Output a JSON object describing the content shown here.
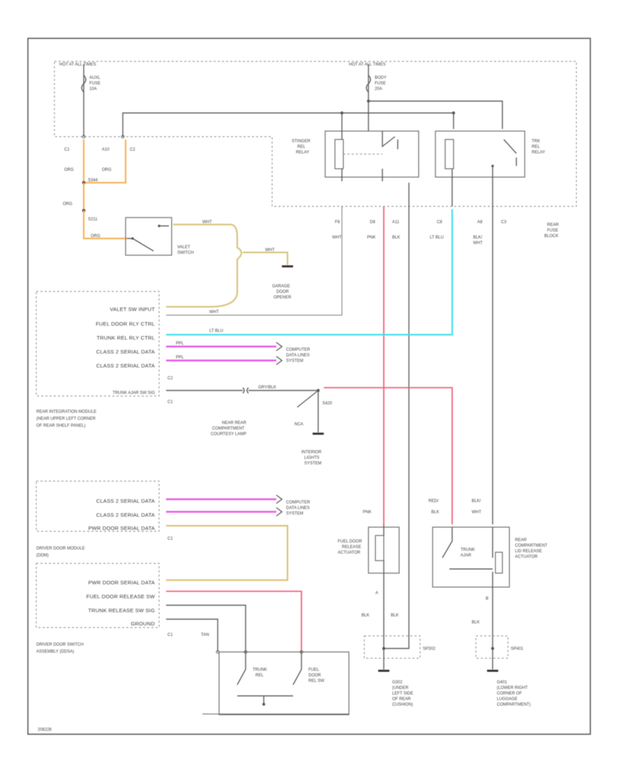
{
  "labels": {
    "hot_all_times_left": "HOT AT ALL TIMES",
    "hot_all_times_right": "HOT AT ALL TIMES",
    "auxl_fuse_1": "AUXL",
    "auxl_fuse_2": "FUSE",
    "auxl_fuse_3": "10A",
    "body_fuse_1": "BODY",
    "body_fuse_2": "FUSE",
    "body_fuse_3": "20A",
    "c1_top": "C1",
    "a10_top": "A10",
    "c2_top": "C2",
    "org_1": "ORG",
    "org_2": "ORG",
    "s344": "S344",
    "org_3": "ORG",
    "s211": "S211",
    "org_4": "ORG",
    "valet_switch_1": "VALET",
    "valet_switch_2": "SWITCH",
    "wht_1": "WHT",
    "wht_2": "WHT",
    "garage_1": "GARAGE",
    "garage_2": "DOOR",
    "garage_3": "OPENER",
    "stinger_relay_1": "STINGER",
    "stinger_relay_2": "REL",
    "stinger_relay_3": "RELAY",
    "trk_relay_1": "TRK",
    "trk_relay_2": "REL",
    "trk_relay_3": "RELAY",
    "pin_f8": "F8",
    "pin_d8": "D8",
    "pin_a11": "A11",
    "pin_c8": "C8",
    "pin_a8": "A8",
    "pin_c3": "C3",
    "col_wht": "WHT",
    "col_pnk": "PNK",
    "col_blk": "BLK",
    "col_ltblu": "LT BLU",
    "col_blk_wht_1": "BLK/",
    "col_blk_wht_2": "WHT",
    "rear_fuse_1": "REAR",
    "rear_fuse_2": "FUSE",
    "rear_fuse_3": "BLOCK",
    "rim_valet": "VALET SW INPUT",
    "rim_fuel": "FUEL DOOR RLY CTRL",
    "rim_trunk": "TRUNK REL RLY CTRL",
    "rim_class2a": "CLASS 2 SERIAL DATA",
    "rim_class2b": "CLASS 2 SERIAL DATA",
    "rim_c2": "C2",
    "rim_trunk_ajar": "TRUNK AJAR SW SIG",
    "rim_c1": "C1",
    "rim_name_1": "REAR INTEGRATION MODULE",
    "rim_name_2": "(NEAR UPPER LEFT CORNER",
    "rim_name_3": "OF REAR SHELF PANEL)",
    "ppl_wht_1": "PPL",
    "ppl_wht_2": "PPL",
    "computer_1a": "COMPUTER",
    "computer_1b": "DATA LINES",
    "computer_1c": "SYSTEM",
    "ltblu_wire": "LT BLU",
    "wht_wire": "WHT",
    "gray_blk": "GRY/BLK",
    "near_rear_1": "NEAR REAR",
    "near_rear_2": "COMPARTMENT",
    "near_rear_3": "COURTESY LAMP",
    "wire_s420": "S420",
    "wire_nca": "NCA",
    "interior_1": "INTERIOR",
    "interior_2": "LIGHTS",
    "interior_3": "SYSTEM",
    "ddm_class2a": "CLASS 2 SERIAL DATA",
    "ddm_class2b": "CLASS 2 SERIAL DATA",
    "ddm_pwr": "PWR DOOR SERIAL DATA",
    "ddm_c1": "C1",
    "computer_2a": "COMPUTER",
    "computer_2b": "DATA LINES",
    "computer_2c": "SYSTEM",
    "ddm_name_1": "DRIVER DOOR MODULE",
    "ddm_name_2": "(DDM)",
    "ddsa_pwr": "PWR DOOR SERIAL DATA",
    "ddsa_fuel": "FUEL DOOR RELEASE SW",
    "ddsa_trunk": "TRUNK RELEASE SW SIG",
    "ddsa_gnd": "GROUND",
    "ddsa_c1": "C1",
    "ddsa_name_1": "DRIVER DOOR SWITCH",
    "ddsa_name_2": "ASSEMBLY (DDSA)",
    "tan_wht": "TAN",
    "trunk_rel_1": "TRUNK",
    "trunk_rel_2": "REL",
    "fuel_door_1": "FUEL",
    "fuel_door_2": "DOOR",
    "fuel_door_3": "REL SW",
    "pnk_2": "PNK",
    "red_blk_1": "RED/",
    "red_blk_2": "BLK",
    "blk_wht_1": "BLK/",
    "blk_wht_2": "WHT",
    "fdra_1": "FUEL DOOR",
    "fdra_2": "RELEASE",
    "fdra_3": "ACTUATOR",
    "trunk_ajar_1": "TRUNK",
    "trunk_ajar_2": "AJAR",
    "rclra_1": "REAR",
    "rclra_2": "COMPARTMENT",
    "rclra_3": "LID RELEASE",
    "rclra_4": "ACTUATOR",
    "pin_a": "A",
    "pin_b": "B",
    "blk_a": "BLK",
    "blk_b": "BLK",
    "blk_c": "BLK",
    "sp302": "SP302",
    "sp401": "SP401",
    "g302_1": "G302",
    "g302_2": "(UNDER",
    "g302_3": "LEFT SIDE",
    "g302_4": "OF REAR",
    "g302_5": "CUSHION)",
    "g401_1": "G401",
    "g401_2": "(LOWER RIGHT",
    "g401_3": "CORNER OF",
    "g401_4": "LUGGAGE",
    "g401_5": "COMPARTMENT)",
    "footer_id": "208226"
  },
  "colors": {
    "orange": "#f5b25a",
    "pink": "#f45c7a",
    "magenta": "#e856e8",
    "cyan": "#3fe0ee",
    "tan": "#d9c27a"
  }
}
